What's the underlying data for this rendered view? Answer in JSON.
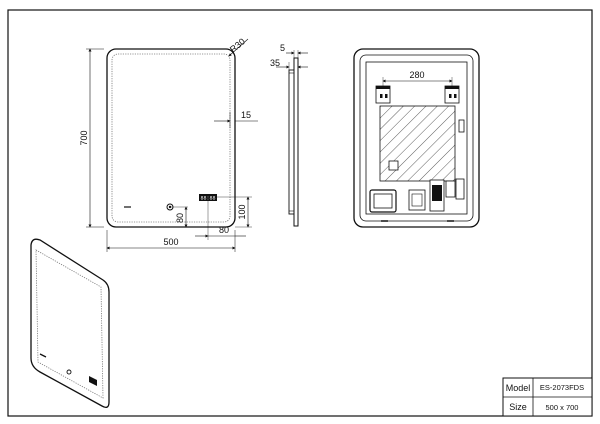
{
  "dimensions": {
    "height": "700",
    "width": "500",
    "radius": "R30",
    "led_inset": "15",
    "sensor_offset_x": "80",
    "sensor_offset_y": "80",
    "button_height": "100",
    "side_depth_a": "5",
    "side_depth_b": "35",
    "bracket_spacing": "280"
  },
  "front_view": {
    "display_text": "88:88"
  },
  "title_block": {
    "model_label": "Model",
    "model_value": "ES-2073FDS",
    "size_label": "Size",
    "size_value": "500 x 700"
  },
  "colors": {
    "line": "#111111",
    "light_line": "#777777",
    "hatch": "#333333"
  }
}
